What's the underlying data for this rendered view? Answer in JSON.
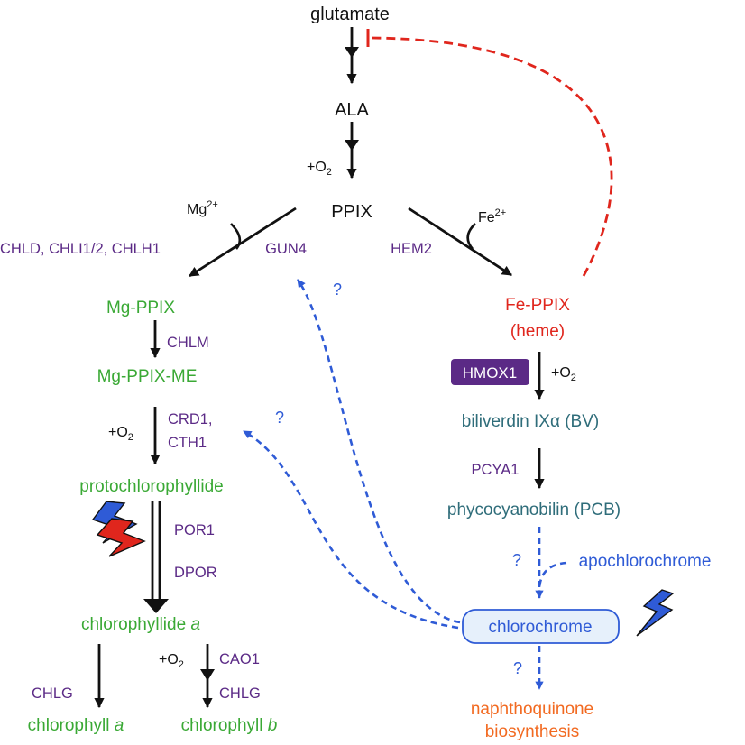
{
  "molecules": {
    "glutamate": "glutamate",
    "ala": "ALA",
    "ppix": "PPIX",
    "mg_ppix": "Mg-PPIX",
    "mg_ppix_me": "Mg-PPIX-ME",
    "protochlorophyllide": "protochlorophyllide",
    "chlorophyllide": "chlorophyllide",
    "chlorophyllide_italic": "a",
    "chlorophyll_a": "chlorophyll",
    "chlorophyll_a_italic": "a",
    "chlorophyll_b": "chlorophyll",
    "chlorophyll_b_italic": "b",
    "fe_ppix": "Fe-PPIX",
    "heme": "(heme)",
    "biliverdin": "biliverdin IXα (BV)",
    "pcb": "phycocyanobilin (PCB)",
    "apochlorochrome": "apochlorochrome",
    "chlorochrome": "chlorochrome",
    "naphthoquinone_1": "naphthoquinone",
    "naphthoquinone_2": "biosynthesis"
  },
  "enzymes": {
    "chld_group": "CHLD, CHLI1/2, CHLH1",
    "gun4": "GUN4",
    "hem2": "HEM2",
    "chlm": "CHLM",
    "crd1": "CRD1,",
    "cth1": "CTH1",
    "por1": "POR1",
    "dpor": "DPOR",
    "chlg_left": "CHLG",
    "cao1": "CAO1",
    "chlg_right": "CHLG",
    "hmox1": "HMOX1",
    "pcya1": "PCYA1"
  },
  "cofactors": {
    "o2_base": "+O",
    "o2_sub": "2",
    "mg_base": "Mg",
    "mg_sup": "2+",
    "fe_base": "Fe",
    "fe_sup": "2+"
  },
  "unknowns": {
    "gun4_q": "?",
    "crd1_q": "?",
    "apo_q": "?",
    "naph_q": "?"
  },
  "colors": {
    "chlorophyll_branch": "#3aa935",
    "enzyme": "#5b2a86",
    "heme": "#e0261d",
    "bilin": "#2f6d7a",
    "chlorochrome": "#2f5bd6",
    "naphthoquinone": "#f26a21",
    "hmox1_box": "#5b2a86"
  }
}
